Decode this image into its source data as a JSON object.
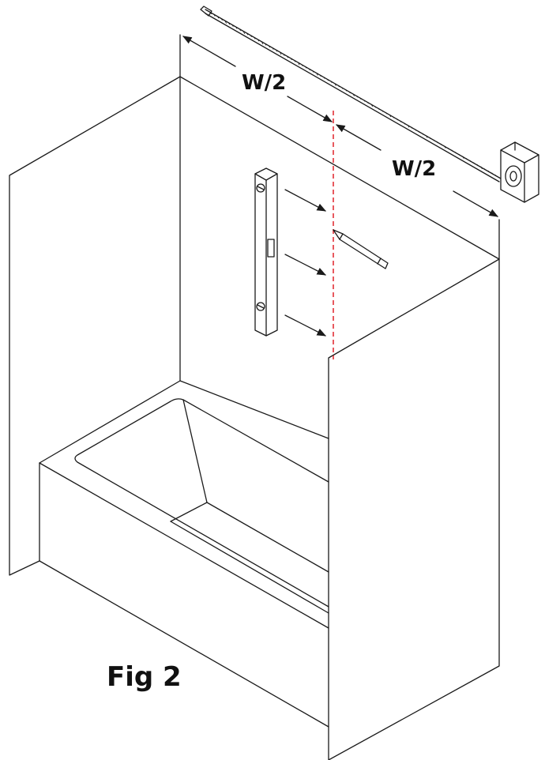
{
  "labels": {
    "left_half": "W/2",
    "right_half": "W/2",
    "caption": "Fig 2"
  },
  "colors": {
    "line": "#1a1a1a",
    "center_mark": "#e0222a",
    "background": "#ffffff"
  },
  "icons": [
    "tape-measure-icon",
    "spirit-level-icon",
    "pencil-icon",
    "arrow-icon"
  ]
}
